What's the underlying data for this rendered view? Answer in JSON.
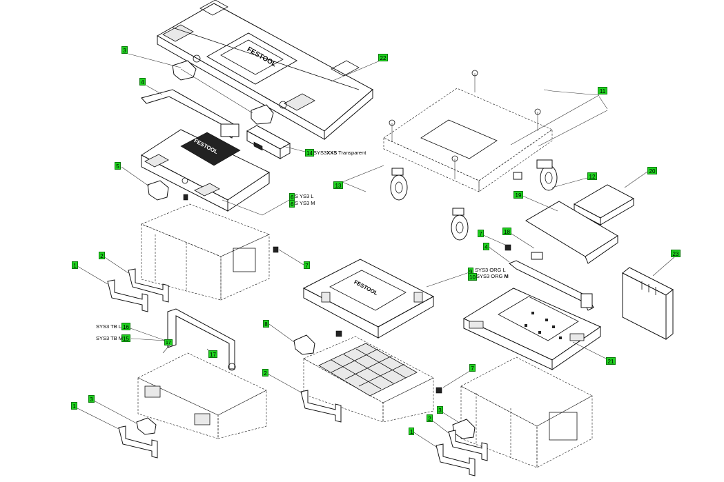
{
  "callouts": [
    {
      "id": "c3a",
      "num": "3"
    },
    {
      "id": "c22",
      "num": "22"
    },
    {
      "id": "c4a",
      "num": "4"
    },
    {
      "id": "c11",
      "num": "11"
    },
    {
      "id": "c14",
      "num": "14"
    },
    {
      "id": "c13",
      "num": "13"
    },
    {
      "id": "c5",
      "num": "5"
    },
    {
      "id": "c12",
      "num": "12"
    },
    {
      "id": "c20",
      "num": "20"
    },
    {
      "id": "c6a",
      "num": "6"
    },
    {
      "id": "c6b",
      "num": "6"
    },
    {
      "id": "c19",
      "num": "19"
    },
    {
      "id": "c2a",
      "num": "2"
    },
    {
      "id": "c1a",
      "num": "1"
    },
    {
      "id": "c7a",
      "num": "7"
    },
    {
      "id": "c7b",
      "num": "7"
    },
    {
      "id": "c18",
      "num": "18"
    },
    {
      "id": "c4b",
      "num": "4"
    },
    {
      "id": "c23",
      "num": "23"
    },
    {
      "id": "c9",
      "num": "9"
    },
    {
      "id": "c10",
      "num": "10"
    },
    {
      "id": "c16",
      "num": "16"
    },
    {
      "id": "c15",
      "num": "15"
    },
    {
      "id": "c8",
      "num": "8"
    },
    {
      "id": "c17a",
      "num": "17"
    },
    {
      "id": "c17b",
      "num": "17"
    },
    {
      "id": "c21",
      "num": "21"
    },
    {
      "id": "c2b",
      "num": "2"
    },
    {
      "id": "c7c",
      "num": "7"
    },
    {
      "id": "c3b",
      "num": "3"
    },
    {
      "id": "c1b",
      "num": "1"
    },
    {
      "id": "c3c",
      "num": "3"
    },
    {
      "id": "c2c",
      "num": "2"
    },
    {
      "id": "c1c",
      "num": "1"
    }
  ],
  "labels": {
    "xxs_prefix": "SYS3",
    "xxs_bold": "XXS",
    "xxs_suffix": " Transparent",
    "ys3l": "S  YS3 L",
    "ys3m": "S  YS3 M",
    "org_l_pre": "SYS3 ORG",
    "org_l_suf": " L",
    "org_m_pre": "SYS3 ORG",
    "org_m_suf": " M",
    "tbl": "SYS3 TB L",
    "tbm": "SYS3 TB M"
  },
  "logo_text": "FESTOOL"
}
